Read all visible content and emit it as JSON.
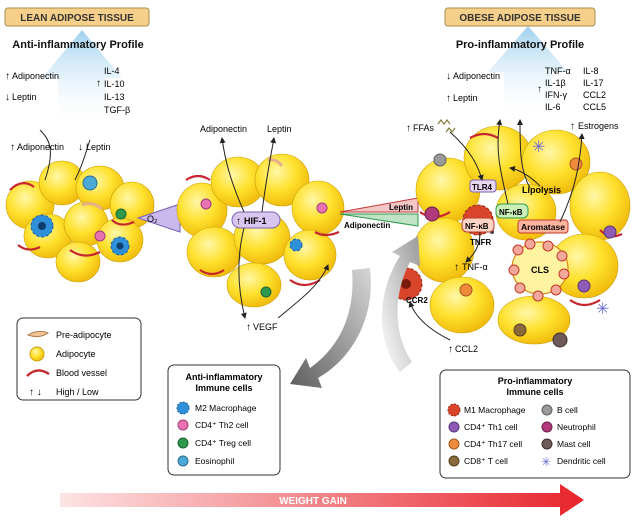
{
  "lean": {
    "section_title": "LEAN ADIPOSE TISSUE",
    "profile_title": "Anti-inflammatory Profile",
    "adiponectin": "Adiponectin",
    "leptin": "Leptin",
    "cytokines": [
      "IL-4",
      "IL-10",
      "IL-13",
      "TGF-β"
    ],
    "adiponectin2": "Adiponectin",
    "leptin2": "Leptin"
  },
  "obese": {
    "section_title": "OBESE ADIPOSE TISSUE",
    "profile_title": "Pro-inflammatory Profile",
    "adiponectin": "Adiponectin",
    "leptin": "Leptin",
    "cytokines_col1": [
      "TNF-α",
      "IL-1β",
      "IFN-γ",
      "IL-6"
    ],
    "cytokines_col2": [
      "IL-8",
      "IL-17",
      "CCL2",
      "CCL5"
    ],
    "ffas": "FFAs",
    "estrogens": "Estrogens",
    "tlr4": "TLR4",
    "nfkb": "NF-κB",
    "lipolysis": "Lipolysis",
    "aromatase": "Aromatase",
    "tnfr": "TNFR",
    "tnfa": "TNF-α",
    "cls": "CLS",
    "ccr2": "CCR2",
    "ccl2": "CCL2"
  },
  "middle": {
    "adiponectin": "Adiponectin",
    "leptin": "Leptin",
    "o2": "O₂",
    "hif1": "HIF-1",
    "vegf": "VEGF"
  },
  "balance": {
    "leptin": "Leptin",
    "adiponectin": "Adiponectin"
  },
  "legend": {
    "items": [
      {
        "label": "Pre-adipocyte",
        "icon": "pre-adipocyte"
      },
      {
        "label": "Adipocyte",
        "icon": "adipocyte"
      },
      {
        "label": "Blood vessel",
        "icon": "blood-vessel"
      },
      {
        "label": "High / Low",
        "icon": "up-down-arrows"
      }
    ]
  },
  "anti_box": {
    "title_line1": "Anti-inflammatory",
    "title_line2": "Immune cells",
    "items": [
      {
        "label": "M2 Macrophage",
        "color": "#2f8fd8"
      },
      {
        "label": "CD4⁺ Th2 cell",
        "color": "#e873b3"
      },
      {
        "label": "CD4⁺ Treg cell",
        "color": "#2f9a4e"
      },
      {
        "label": "Eosinophil",
        "color": "#4aa9d6"
      }
    ]
  },
  "pro_box": {
    "title_line1": "Pro-inflammatory",
    "title_line2": "Immune cells",
    "items": [
      {
        "label": "M1 Macrophage",
        "color": "#d9452b"
      },
      {
        "label": "B cell",
        "color": "#9a9a9a"
      },
      {
        "label": "CD4⁺ Th1 cell",
        "color": "#8e5bb5"
      },
      {
        "label": "Neutrophil",
        "color": "#b03a7a"
      },
      {
        "label": "CD4⁺ Th17 cell",
        "color": "#f08a3c"
      },
      {
        "label": "Mast cell",
        "color": "#6e5a58"
      },
      {
        "label": "CD8⁺ T cell",
        "color": "#8a6a3a"
      },
      {
        "label": "Dendritic cell",
        "color": "#6a6ad0"
      }
    ]
  },
  "weight_gain": "WEIGHT GAIN"
}
